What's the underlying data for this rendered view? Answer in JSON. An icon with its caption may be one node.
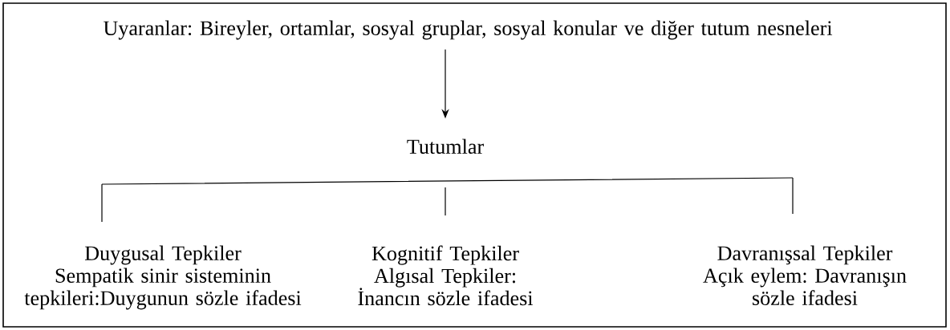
{
  "diagram": {
    "nodes": [
      {
        "text": [
          "Uyaranlar: Bireyler, ortamlar, sosyal gruplar, sosyal konular ve diğer tutum nesneleri"
        ]
      },
      {
        "text": [
          "Tutumlar"
        ]
      },
      {
        "text": [],
        "shape": "bar"
      },
      {
        "text": [
          "Duygusal Tepkiler",
          "Sempatik sinir sisteminin tepkileri:Duygunun sözle ifadesi"
        ]
      },
      {
        "text": [
          "Kognitif Tepkiler",
          "Algısal Tepkiler: İnancın sözle ifadesi"
        ]
      },
      {
        "text": [
          "Davranışsal Tepkiler",
          "Açık eylem: Davranışın sözle ifadesi"
        ]
      }
    ],
    "edges": [
      {
        "from": 0,
        "to": 1,
        "arrow": "to"
      },
      {
        "from": 2,
        "to": 3,
        "arrow": "none"
      },
      {
        "from": 2,
        "to": 4,
        "arrow": "none"
      },
      {
        "from": 2,
        "to": 5,
        "arrow": "none"
      }
    ]
  }
}
